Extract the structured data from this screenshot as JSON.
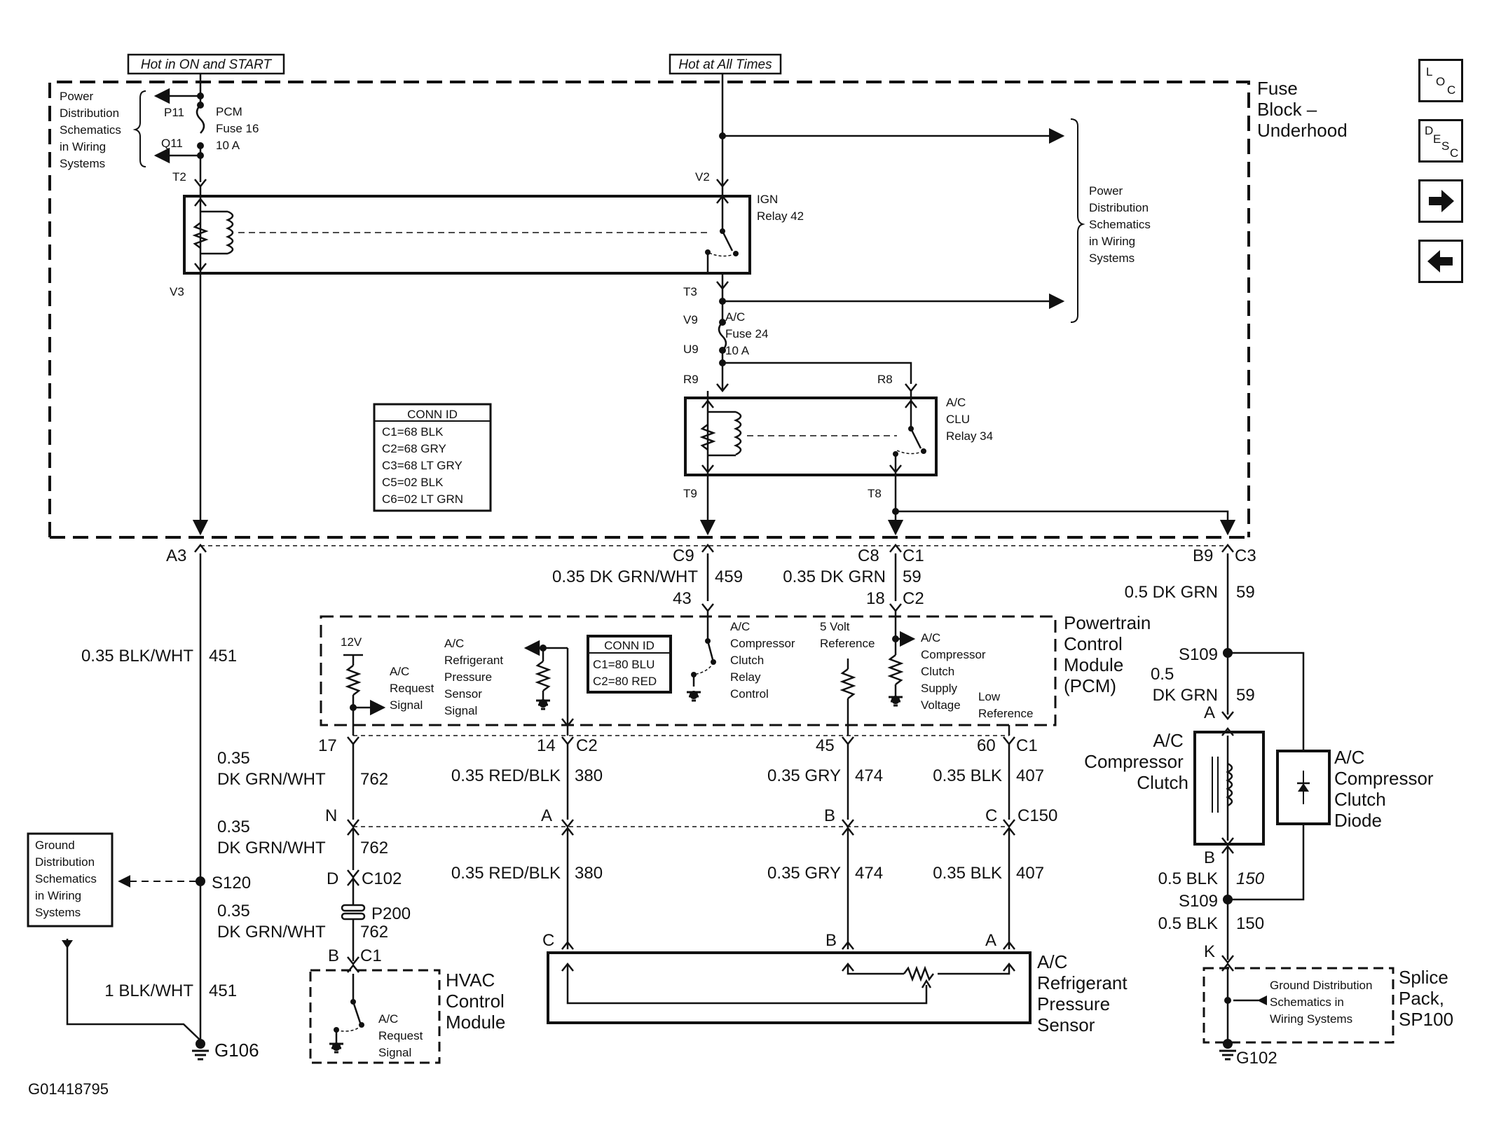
{
  "sources": {
    "hot_on_start": "Hot in ON and START",
    "hot_all_times": "Hot at All Times"
  },
  "fuse_block": {
    "name": [
      "Fuse",
      "Block –",
      "Underhood"
    ],
    "power_dist_left": [
      "Power",
      "Distribution",
      "Schematics",
      "in Wiring",
      "Systems"
    ],
    "power_dist_right": [
      "Power",
      "Distribution",
      "Schematics",
      "in Wiring",
      "Systems"
    ],
    "pcm_fuse": [
      "PCM",
      "Fuse 16",
      "10 A"
    ],
    "ac_fuse": [
      "A/C",
      "Fuse 24",
      "10 A"
    ],
    "ign_relay": [
      "IGN",
      "Relay 42"
    ],
    "clu_relay": [
      "A/C",
      "CLU",
      "Relay 34"
    ],
    "terminals": {
      "p11": "P11",
      "q11": "Q11",
      "t2": "T2",
      "v2": "V2",
      "v3": "V3",
      "t3": "T3",
      "v9": "V9",
      "u9": "U9",
      "r9": "R9",
      "r8": "R8",
      "t9": "T9",
      "t8": "T8"
    },
    "conn_id": {
      "title": "CONN ID",
      "rows": [
        "C1=68 BLK",
        "C2=68 GRY",
        "C3=68 LT GRY",
        "C5=02 BLK",
        "C6=02 LT GRN"
      ]
    }
  },
  "fb_connectors": {
    "a3": "A3",
    "c9": "C9",
    "c8": "C8",
    "c1": "C1",
    "b9": "B9",
    "c3": "C3",
    "pin43": "43",
    "pin18": "18",
    "c2": "C2"
  },
  "wires": {
    "w459": {
      "color": "0.35 DK GRN/WHT",
      "circuit": "459"
    },
    "w59a": {
      "color": "0.35 DK GRN",
      "circuit": "59"
    },
    "w59b": {
      "color": "0.5 DK GRN",
      "circuit": "59"
    },
    "w451a": {
      "color": "0.35 BLK/WHT",
      "circuit": "451"
    },
    "w59c": {
      "color_1": "0.5",
      "color_2": "DK GRN",
      "circuit": "59"
    },
    "w762a": {
      "color_1": "0.35",
      "color_2": "DK GRN/WHT",
      "circuit": "762"
    },
    "w380a": {
      "color": "0.35 RED/BLK",
      "circuit": "380"
    },
    "w474a": {
      "color": "0.35 GRY",
      "circuit": "474"
    },
    "w407a": {
      "color": "0.35 BLK",
      "circuit": "407"
    },
    "w762b": {
      "color_1": "0.35",
      "color_2": "DK GRN/WHT",
      "circuit": "762"
    },
    "w380b": {
      "color": "0.35 RED/BLK",
      "circuit": "380"
    },
    "w474b": {
      "color": "0.35 GRY",
      "circuit": "474"
    },
    "w407b": {
      "color": "0.35 BLK",
      "circuit": "407"
    },
    "w762c": {
      "color_1": "0.35",
      "color_2": "DK GRN/WHT",
      "circuit": "762"
    },
    "w451b": {
      "color": "1 BLK/WHT",
      "circuit": "451"
    },
    "w150a": {
      "color": "0.5 BLK",
      "circuit": "150"
    },
    "w150b": {
      "color": "0.5 BLK",
      "circuit": "150"
    }
  },
  "pcm": {
    "name": [
      "Powertrain",
      "Control",
      "Module",
      "(PCM)"
    ],
    "twelve_v": "12V",
    "ac_request": [
      "A/C",
      "Request",
      "Signal"
    ],
    "refrigerant_signal": [
      "A/C",
      "Refrigerant",
      "Pressure",
      "Sensor",
      "Signal"
    ],
    "clutch_relay_control": [
      "A/C",
      "Compressor",
      "Clutch",
      "Relay",
      "Control"
    ],
    "five_volt": [
      "5 Volt",
      "Reference"
    ],
    "clutch_supply": [
      "A/C",
      "Compressor",
      "Clutch",
      "Supply",
      "Voltage"
    ],
    "low_ref": [
      "Low",
      "Reference"
    ],
    "conn_id": {
      "title": "CONN ID",
      "rows": [
        "C1=80 BLU",
        "C2=80 RED"
      ]
    },
    "pins": {
      "p17": "17",
      "p14": "14",
      "c2": "C2",
      "p45": "45",
      "p60": "60",
      "c1": "C1"
    }
  },
  "c150": {
    "n": "N",
    "a": "A",
    "b": "B",
    "c": "C",
    "name": "C150"
  },
  "splices": {
    "s120": "S120",
    "s109a": "S109",
    "s109b": "S109"
  },
  "c102": {
    "d": "D",
    "name": "C102"
  },
  "p200": "P200",
  "hvac": {
    "b": "B",
    "c1": "C1",
    "name": [
      "HVAC",
      "Control",
      "Module"
    ],
    "ac_request": [
      "A/C",
      "Request",
      "Signal"
    ]
  },
  "sensor": {
    "pin_c": "C",
    "pin_b": "B",
    "pin_a": "A",
    "name": [
      "A/C",
      "Refrigerant",
      "Pressure",
      "Sensor"
    ]
  },
  "compressor": {
    "pin_a": "A",
    "pin_b": "B",
    "clutch": [
      "A/C",
      "Compressor",
      "Clutch"
    ],
    "diode": [
      "A/C",
      "Compressor",
      "Clutch",
      "Diode"
    ]
  },
  "ground_dist_left": [
    "Ground",
    "Distribution",
    "Schematics",
    "in Wiring",
    "Systems"
  ],
  "grounds": {
    "g106": "G106",
    "g102": "G102"
  },
  "splice_pack": {
    "k": "K",
    "name": [
      "Splice",
      "Pack,",
      "SP100"
    ],
    "ground_dist": [
      "Ground Distribution",
      "Schematics in",
      "Wiring Systems"
    ]
  },
  "figure_id": "G01418795",
  "nav": {
    "loc": [
      "L",
      "O",
      "C"
    ],
    "desc": [
      "D",
      "E",
      "S",
      "C"
    ],
    "forward_icon": "arrow-right",
    "back_icon": "arrow-left"
  }
}
